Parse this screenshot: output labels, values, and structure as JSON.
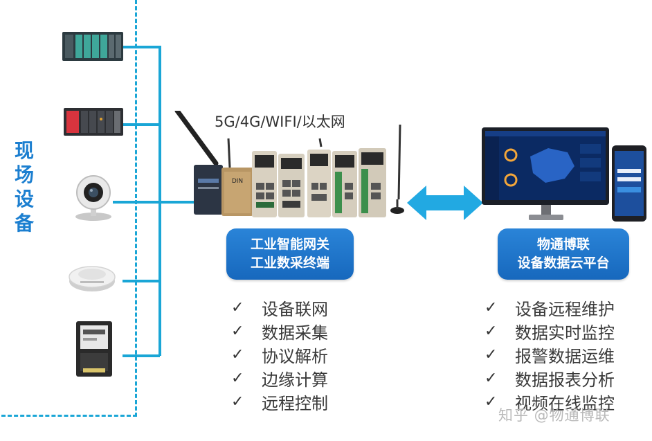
{
  "field": {
    "label_lines": [
      "现",
      "场",
      "设",
      "备"
    ]
  },
  "devices": [
    {
      "icon": "plc-rack-green"
    },
    {
      "icon": "plc-rack-red"
    },
    {
      "icon": "webcam"
    },
    {
      "icon": "smoke-detector"
    },
    {
      "icon": "energy-meter"
    }
  ],
  "gateway": {
    "connectivity": "5G/4G/WIFI/以太网",
    "title_lines": [
      "工业智能网关",
      "工业数采终端"
    ],
    "features": [
      "设备联网",
      "数据采集",
      "协议解析",
      "边缘计算",
      "远程控制"
    ]
  },
  "platform": {
    "title_lines": [
      "物通博联",
      "设备数据云平台"
    ],
    "features": [
      "设备远程维护",
      "数据实时监控",
      "报警数据运维",
      "数据报表分析",
      "视频在线监控"
    ]
  },
  "check_mark": "✓",
  "watermark": "知乎 @物通博联",
  "colors": {
    "accent": "#1aa6d6",
    "pill": "#1c74c9",
    "field_text": "#1c7fd0"
  }
}
